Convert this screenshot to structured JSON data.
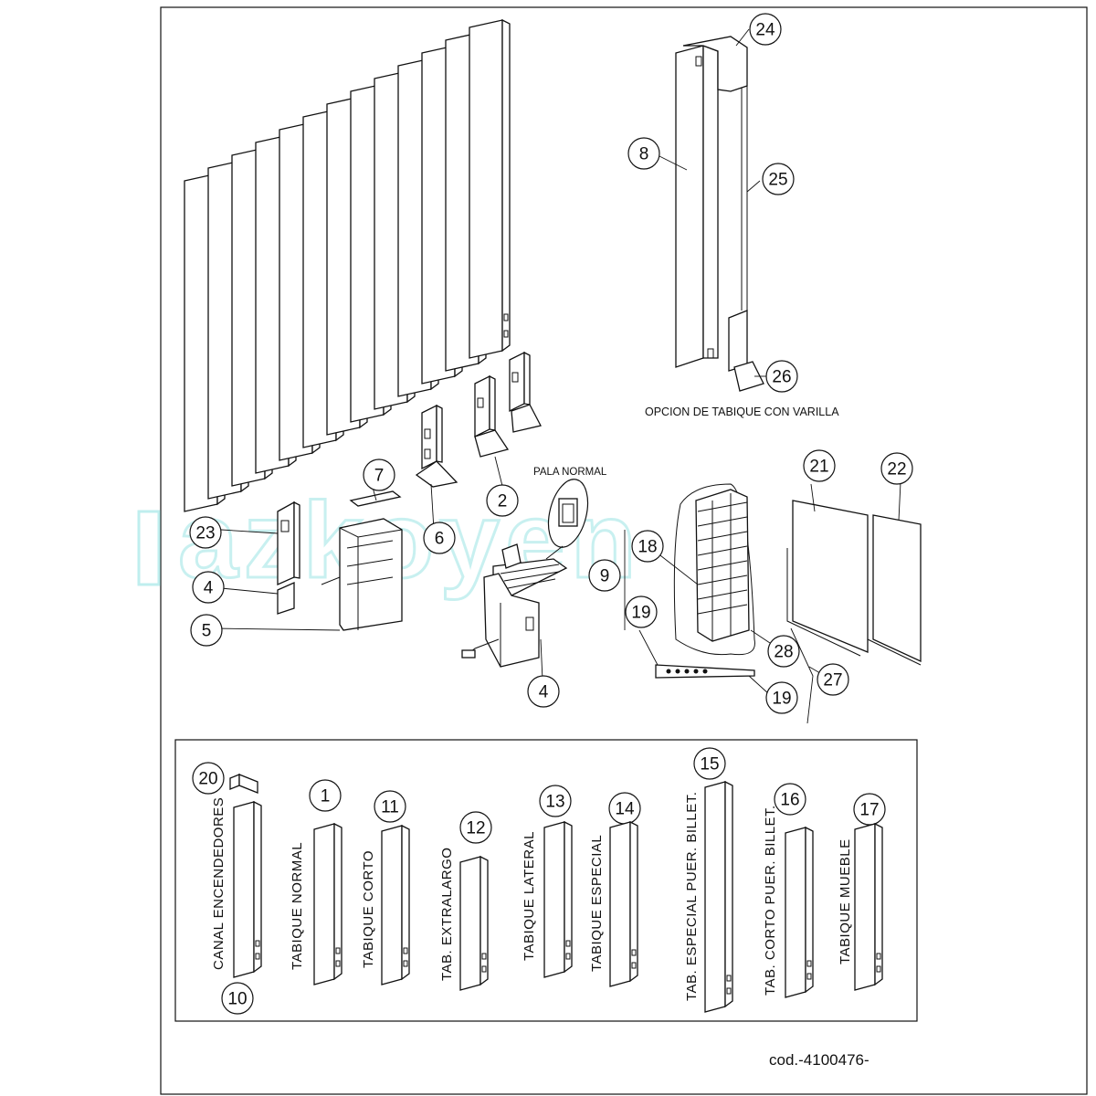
{
  "titles": {
    "option_caption": "OPCION DE TABIQUE CON VARILLA",
    "pala_normal": "PALA NORMAL",
    "code": "cod.-4100476-"
  },
  "watermark": {
    "text": "azkoyen",
    "color": "#bfeeee"
  },
  "callouts": {
    "c24": "24",
    "c8": "8",
    "c25": "25",
    "c26": "26",
    "c21": "21",
    "c22": "22",
    "c7": "7",
    "c6": "6",
    "c2": "2",
    "c23": "23",
    "c4a": "4",
    "c5": "5",
    "c4b": "4",
    "c9": "9",
    "c18": "18",
    "c19a": "19",
    "c19b": "19",
    "c28": "28",
    "c27": "27",
    "c20": "20",
    "c10": "10",
    "c1": "1",
    "c11": "11",
    "c12": "12",
    "c13": "13",
    "c14": "14",
    "c15": "15",
    "c16": "16",
    "c17": "17"
  },
  "parts_labels": {
    "canal": "CANAL ENCENDEDORES",
    "normal": "TABIQUE NORMAL",
    "corto": "TABIQUE CORTO",
    "extralargo": "TAB. EXTRALARGO",
    "lateral": "TABIQUE LATERAL",
    "especial": "TABIQUE ESPECIAL",
    "esp_billet": "TAB. ESPECIAL PUER. BILLET.",
    "corto_billet": "TAB. CORTO PUER. BILLET.",
    "mueble": "TABIQUE MUEBLE"
  }
}
